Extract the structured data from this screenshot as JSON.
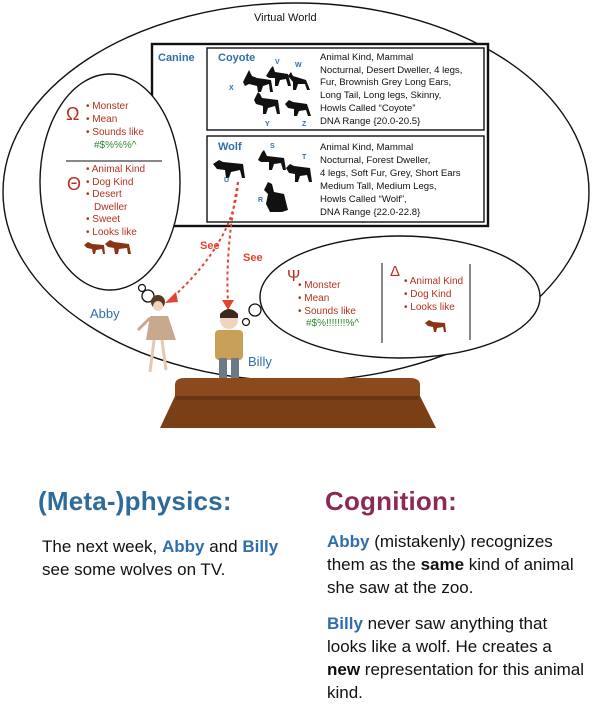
{
  "world_title": "Virtual World",
  "canine": {
    "label": "Canine",
    "coyote": {
      "label": "Coyote",
      "markers": [
        "V",
        "W",
        "X",
        "Y",
        "Z"
      ],
      "desc": [
        "Animal Kind, Mammal",
        "Nocturnal, Desert Dweller, 4 legs,",
        "Fur, Brownish Grey Long Ears,",
        "Long Tail, Long legs, Skinny,",
        "Howls Called “Coyote”",
        "DNA Range {20.0-20.5}"
      ]
    },
    "wolf": {
      "label": "Wolf",
      "markers": [
        "S",
        "T",
        "U",
        "R"
      ],
      "desc": [
        "Animal Kind, Mammal",
        "Nocturnal, Forest Dweller,",
        "4 legs, Soft Fur, Grey, Short Ears",
        "Medium Tall,  Medium Legs,",
        "Howls Called “Wolf”,",
        "DNA Range {22.0-22.8}"
      ]
    }
  },
  "abby_thought": {
    "omega": {
      "symbol": "Ω",
      "items": [
        "Monster",
        "Mean",
        "Sounds like"
      ],
      "sound": "#$%%%^"
    },
    "theta": {
      "symbol": "Θ",
      "items": [
        "Animal Kind",
        "Dog Kind",
        "Desert",
        "Dweller",
        "Sweet",
        "Looks like"
      ]
    }
  },
  "billy_thought": {
    "psi": {
      "symbol": "Ψ",
      "items": [
        "Monster",
        "Mean",
        "Sounds like"
      ],
      "sound": "#$%!!!!!!!%^"
    },
    "delta": {
      "symbol": "Δ",
      "items": [
        "Animal Kind",
        "Dog Kind",
        "Looks like"
      ]
    }
  },
  "see_label_1": "See",
  "see_label_2": "See",
  "characters": {
    "abby": "Abby",
    "billy": "Billy"
  },
  "left_panel": {
    "heading": "(Meta-)physics:",
    "text_pre": "The next week, ",
    "name1": "Abby",
    "text_mid": " and ",
    "name2": "Billy",
    "text_post": " see some wolves on TV."
  },
  "right_panel": {
    "heading": "Cognition:",
    "p1_name": "Abby",
    "p1_a": " (mistakenly) recognizes them as the ",
    "p1_bold": "same",
    "p1_b": " kind of animal she saw at the zoo.",
    "p2_name": "Billy",
    "p2_a": " never saw anything that looks like a wolf. He creates a ",
    "p2_bold": "new",
    "p2_b": " representation for this animal kind."
  },
  "colors": {
    "abby_blue": "#2f6fab",
    "concept_red": "#b5311f",
    "sound_green": "#2e8b2e",
    "meta_blue": "#2f6b9a",
    "cog_purple": "#8c2a55",
    "stand_brown": "#8a4a1d"
  }
}
